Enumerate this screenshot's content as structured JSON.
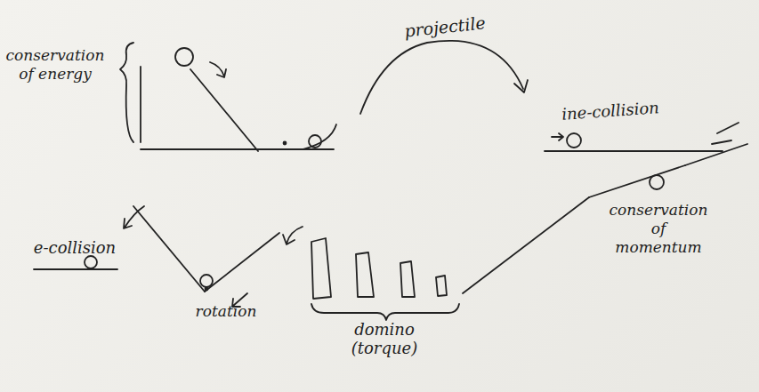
{
  "diagram": {
    "labels": [
      "conservation of energy",
      "projectile",
      "ine-collision",
      "conservation of momentum",
      "domino (torque)",
      "rotation",
      "e-collision"
    ]
  }
}
